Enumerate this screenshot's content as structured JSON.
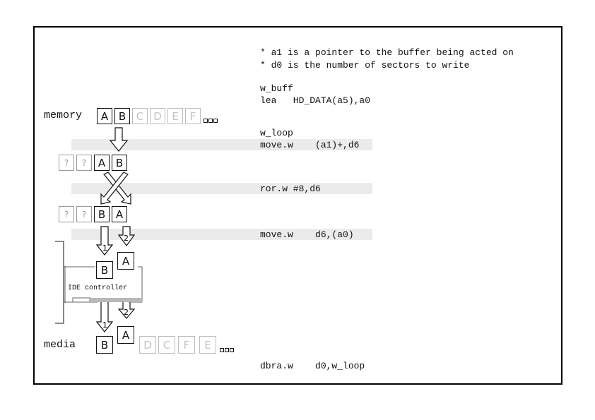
{
  "code": {
    "comment1": "* a1 is a pointer to the buffer being acted on",
    "comment2": "* d0 is the number of sectors to write",
    "label_w_buff": "w_buff",
    "lea": "lea   HD_DATA(a5),a0",
    "label_w_loop": "w_loop",
    "move1": "move.w    (a1)+,d6",
    "ror": "ror.w #8,d6",
    "move2": "move.w    d6,(a0)",
    "dbra": "dbra.w    d0,w_loop"
  },
  "diagram": {
    "memory_label": "memory",
    "media_label": "media",
    "controller_label": "IDE controller",
    "memory_cells": [
      "A",
      "B",
      "C",
      "D",
      "E",
      "F"
    ],
    "row2_cells": [
      "?",
      "?",
      "A",
      "B"
    ],
    "row3_cells": [
      "?",
      "?",
      "B",
      "A"
    ],
    "controller_cells": [
      "B",
      "A"
    ],
    "media_cells": [
      "B",
      "A",
      "D",
      "C",
      "F",
      "E"
    ],
    "arrow_labels": [
      "1",
      "2",
      "1",
      "2"
    ]
  }
}
